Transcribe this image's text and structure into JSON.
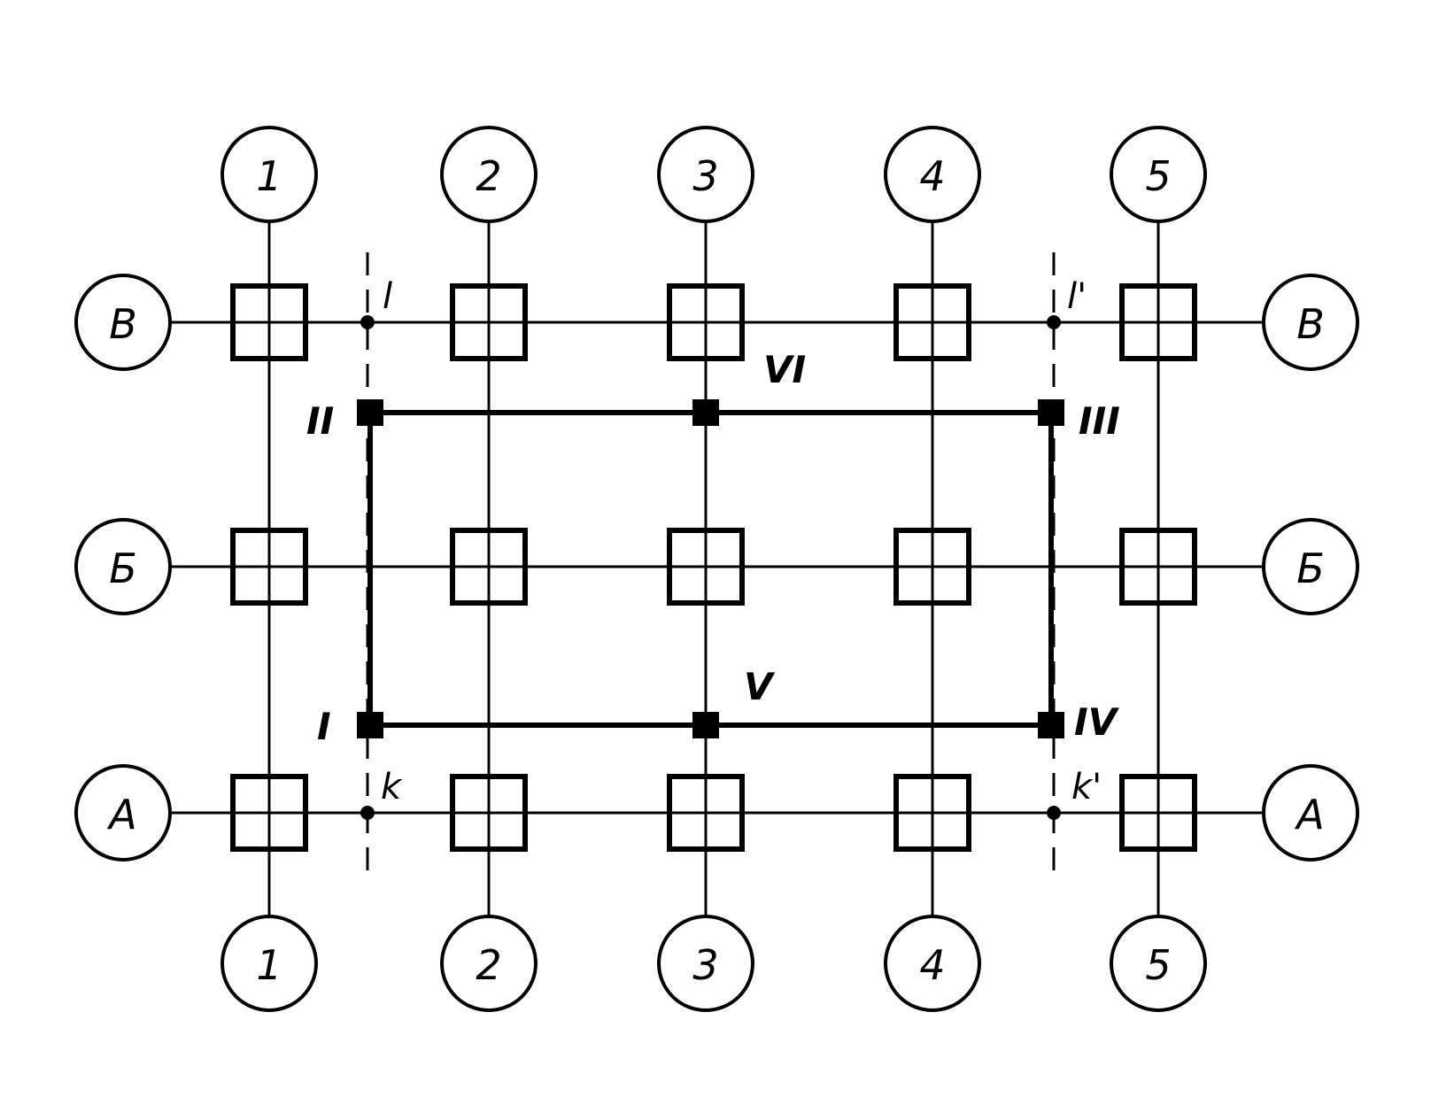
{
  "columns": [
    "1",
    "2",
    "3",
    "4",
    "5"
  ],
  "rows": [
    "В",
    "Б",
    "А"
  ],
  "control_points": [
    "I",
    "II",
    "III",
    "IV",
    "V",
    "VI"
  ],
  "axis_points": [
    "l",
    "l'",
    "k",
    "k'"
  ],
  "colors": {
    "ink": "#000000",
    "background": "#ffffff"
  }
}
